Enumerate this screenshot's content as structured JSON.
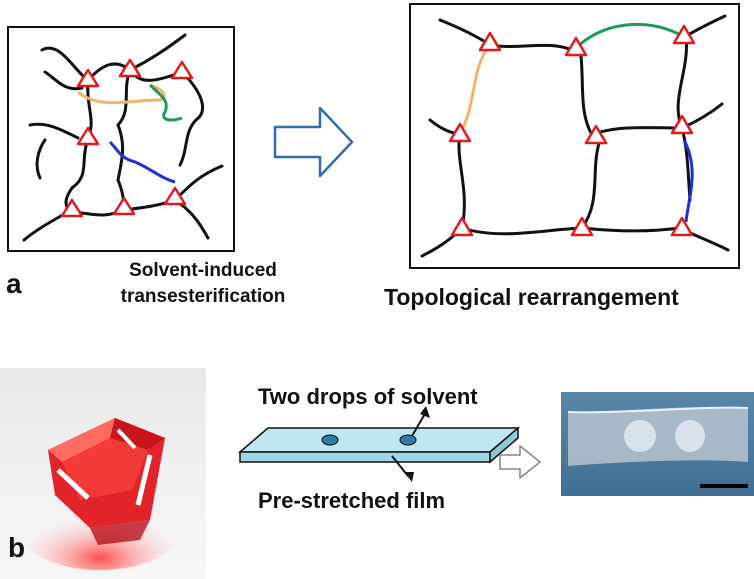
{
  "panel_a": {
    "label": "a",
    "left_caption": "Solvent-induced transesterification",
    "right_caption": "Topological rearrangement"
  },
  "panel_b": {
    "label": "b",
    "top_caption": "Two drops of solvent",
    "bottom_caption": "Pre-stretched film"
  },
  "colors": {
    "crosslinker": "#e3191c",
    "chain": "#111111",
    "chain_orange": "#f5b26b",
    "chain_green": "#1f9a5a",
    "chain_blue": "#1f2fd6",
    "arrow": "#2e6db4",
    "film": "#bfe7f2",
    "origami": "#e2232a"
  },
  "icons": [
    "right-arrow-icon",
    "open-arrow-icon"
  ]
}
